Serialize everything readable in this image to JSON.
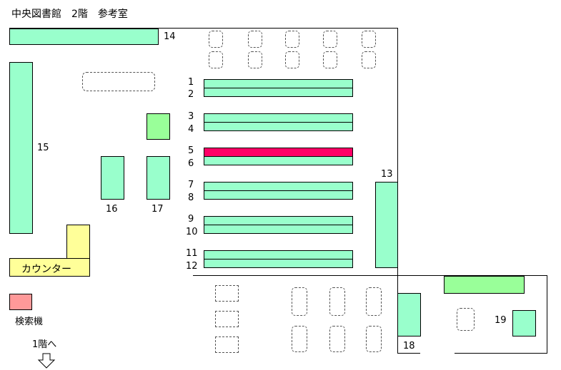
{
  "title": "中央図書館　2階　参考室",
  "counter_label": "カウンター",
  "search_label": "検索機",
  "stairs_label": "1階へ",
  "highlight_color": "#ff0066",
  "shelf_color": "#99ffcc",
  "shelf_numbers": [
    "1",
    "2",
    "3",
    "4",
    "5",
    "6",
    "7",
    "8",
    "9",
    "10",
    "11",
    "12",
    "13",
    "14",
    "15",
    "16",
    "17",
    "18",
    "19"
  ],
  "highlighted_shelf": "5",
  "icons": {
    "stairs": "down-arrow-icon"
  }
}
